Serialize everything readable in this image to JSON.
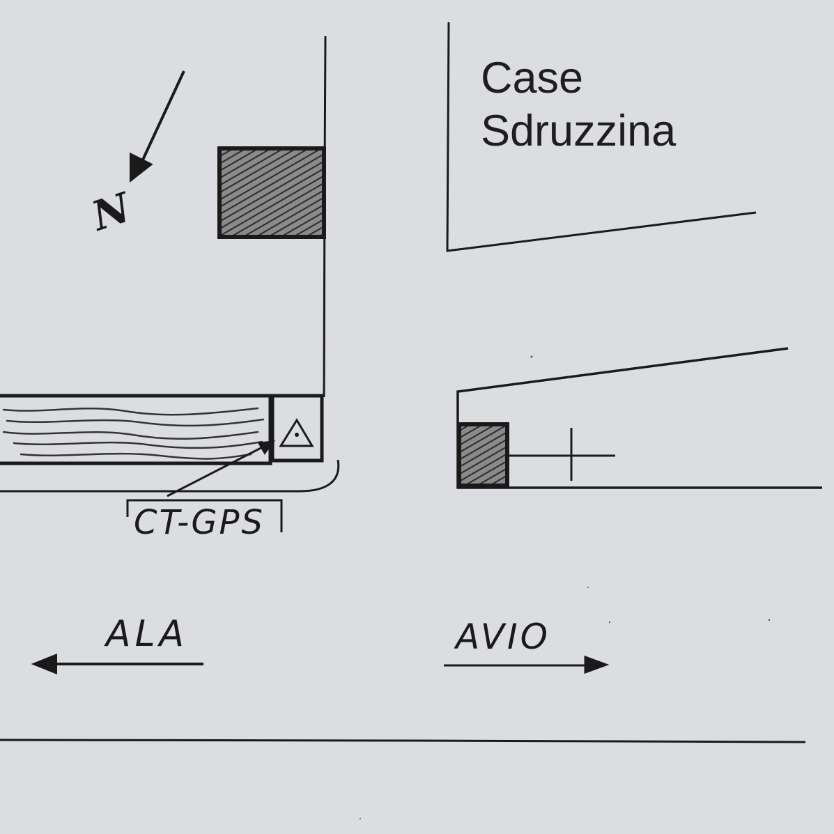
{
  "place": {
    "name_line1": "Case",
    "name_line2": "Sdruzzina"
  },
  "compass": {
    "letter": "N"
  },
  "station": {
    "label": "CT-GPS"
  },
  "directions": {
    "left": "ALA",
    "right": "AVIO"
  },
  "colors": {
    "background": "#dcdde0",
    "ink": "#1a1a1a",
    "building_fill": "#555555"
  }
}
